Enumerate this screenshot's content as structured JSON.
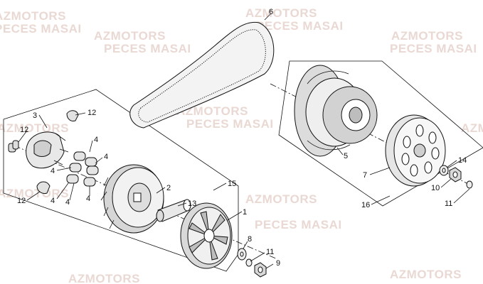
{
  "watermark": {
    "line1": "AZMOTORS",
    "line2": "PECES MASAI"
  },
  "callouts": [
    {
      "id": "c1",
      "text": "1"
    },
    {
      "id": "c2",
      "text": "2"
    },
    {
      "id": "c3",
      "text": "3"
    },
    {
      "id": "c4a",
      "text": "4"
    },
    {
      "id": "c4b",
      "text": "4"
    },
    {
      "id": "c4c",
      "text": "4"
    },
    {
      "id": "c4d",
      "text": "4"
    },
    {
      "id": "c4e",
      "text": "4"
    },
    {
      "id": "c4f",
      "text": "4"
    },
    {
      "id": "c5",
      "text": "5"
    },
    {
      "id": "c6",
      "text": "6"
    },
    {
      "id": "c7",
      "text": "7"
    },
    {
      "id": "c8",
      "text": "8"
    },
    {
      "id": "c9",
      "text": "9"
    },
    {
      "id": "c10",
      "text": "10"
    },
    {
      "id": "c11a",
      "text": "11"
    },
    {
      "id": "c11b",
      "text": "11"
    },
    {
      "id": "c12a",
      "text": "12"
    },
    {
      "id": "c12b",
      "text": "12"
    },
    {
      "id": "c12c",
      "text": "12"
    },
    {
      "id": "c13",
      "text": "13"
    },
    {
      "id": "c14",
      "text": "14"
    },
    {
      "id": "c15",
      "text": "15"
    },
    {
      "id": "c16",
      "text": "16"
    }
  ]
}
